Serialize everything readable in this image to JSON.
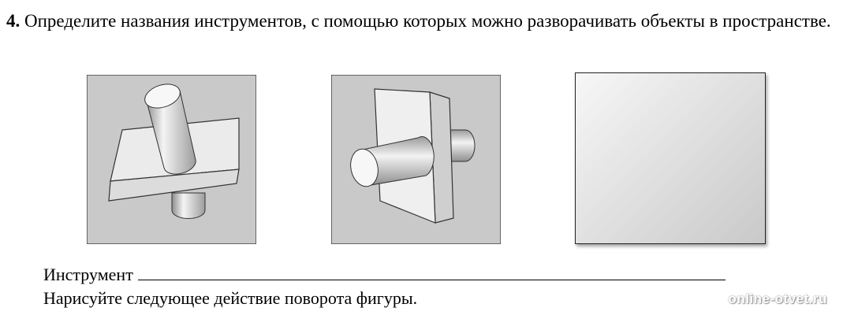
{
  "task": {
    "number": "4.",
    "text": "Определите названия инструментов, с помощью которых можно разворачивать объекты в пространстве."
  },
  "answer": {
    "label": "Инструмент"
  },
  "instruction": {
    "text": "Нарисуйте следующее действие поворота фигуры."
  },
  "watermark": {
    "text": "online-otvet.ru"
  },
  "colors": {
    "panel_background": "#c8c8c8",
    "shape_light": "#f2f2f2",
    "shape_shadow": "#9a9a9a"
  }
}
